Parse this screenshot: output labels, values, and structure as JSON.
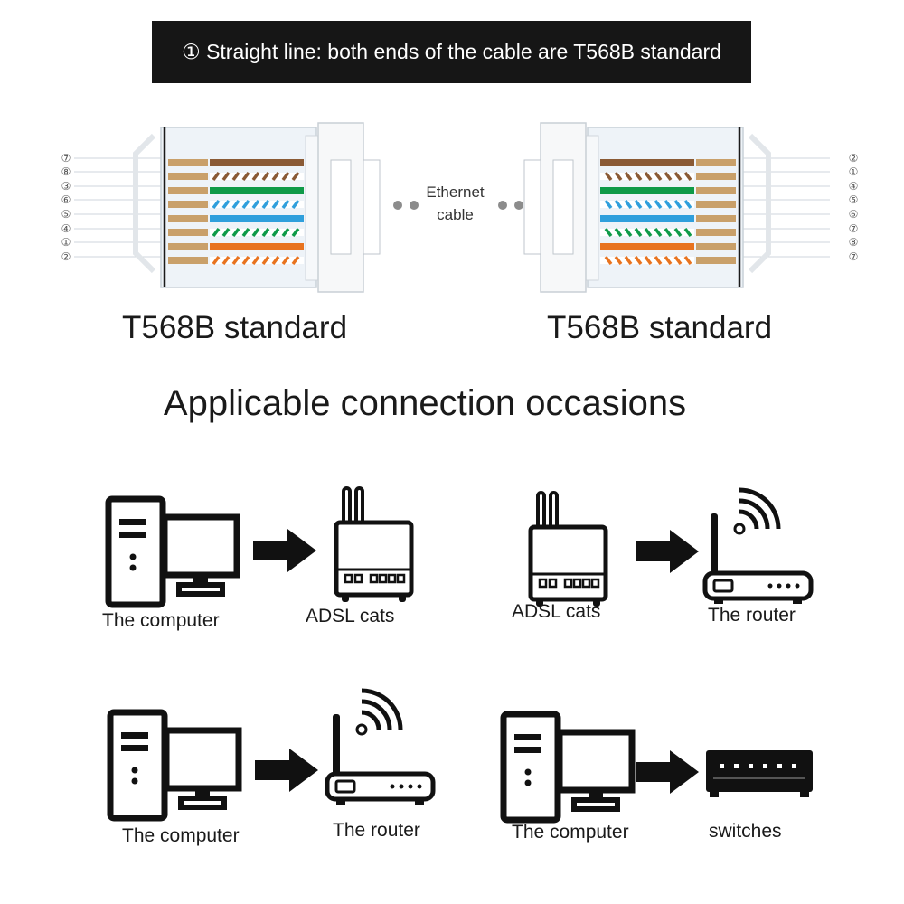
{
  "banner": {
    "text": "① Straight line: both ends of the cable are T568B standard"
  },
  "connectors": {
    "left": {
      "label": "T568B standard",
      "pins": [
        "⑦",
        "⑧",
        "③",
        "⑥",
        "⑤",
        "④",
        "①",
        "②"
      ]
    },
    "right": {
      "label": "T568B standard",
      "pins": [
        "②",
        "①",
        "④",
        "⑤",
        "⑥",
        "⑦",
        "⑧",
        "⑦"
      ]
    },
    "cable_label_line1": "Ethernet",
    "cable_label_line2": "cable"
  },
  "section_title": "Applicable connection occasions",
  "connections": [
    {
      "from": "The computer",
      "to": "ADSL cats"
    },
    {
      "from": "ADSL cats",
      "to": "The router"
    },
    {
      "from": "The computer",
      "to": "The router"
    },
    {
      "from": "The computer",
      "to": "switches"
    }
  ],
  "icons": {
    "computer": "desktop-computer-icon",
    "modem": "adsl-modem-icon",
    "router": "wifi-router-icon",
    "switch": "network-switch-icon",
    "arrow": "right-arrow-icon"
  },
  "colors": {
    "banner_bg": "#161616",
    "orange": "#e8731f",
    "blue": "#2f9fdc",
    "green": "#0e9a48",
    "brown": "#8a5a35",
    "tan": "#c9a06a",
    "icon": "#111111"
  }
}
